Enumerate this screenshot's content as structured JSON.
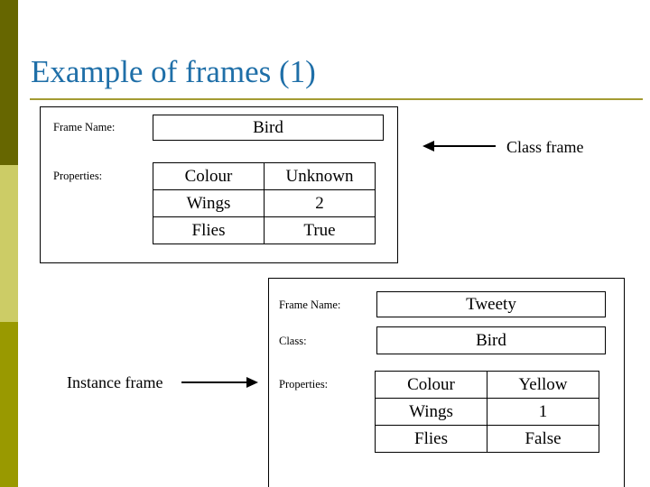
{
  "slide": {
    "title": "Example of frames (1)",
    "title_color": "#1f6fa8",
    "rule_color": "#a39b32",
    "background": "#ffffff"
  },
  "decor": {
    "band_top_color": "#666600",
    "band_mid_color": "#cccc66",
    "band_bottom_color": "#999900"
  },
  "class_frame": {
    "frame_name_label": "Frame Name:",
    "frame_name_value": "Bird",
    "properties_label": "Properties:",
    "properties": [
      {
        "key": "Colour",
        "value": "Unknown"
      },
      {
        "key": "Wings",
        "value": "2"
      },
      {
        "key": "Flies",
        "value": "True"
      }
    ],
    "annotation": "Class frame",
    "annotation_arrow": "arrow-left"
  },
  "instance_frame": {
    "frame_name_label": "Frame Name:",
    "frame_name_value": "Tweety",
    "class_label": "Class:",
    "class_value": "Bird",
    "properties_label": "Properties:",
    "properties": [
      {
        "key": "Colour",
        "value": "Yellow"
      },
      {
        "key": "Wings",
        "value": "1"
      },
      {
        "key": "Flies",
        "value": "False"
      }
    ],
    "annotation": "Instance frame",
    "annotation_arrow": "arrow-right"
  }
}
